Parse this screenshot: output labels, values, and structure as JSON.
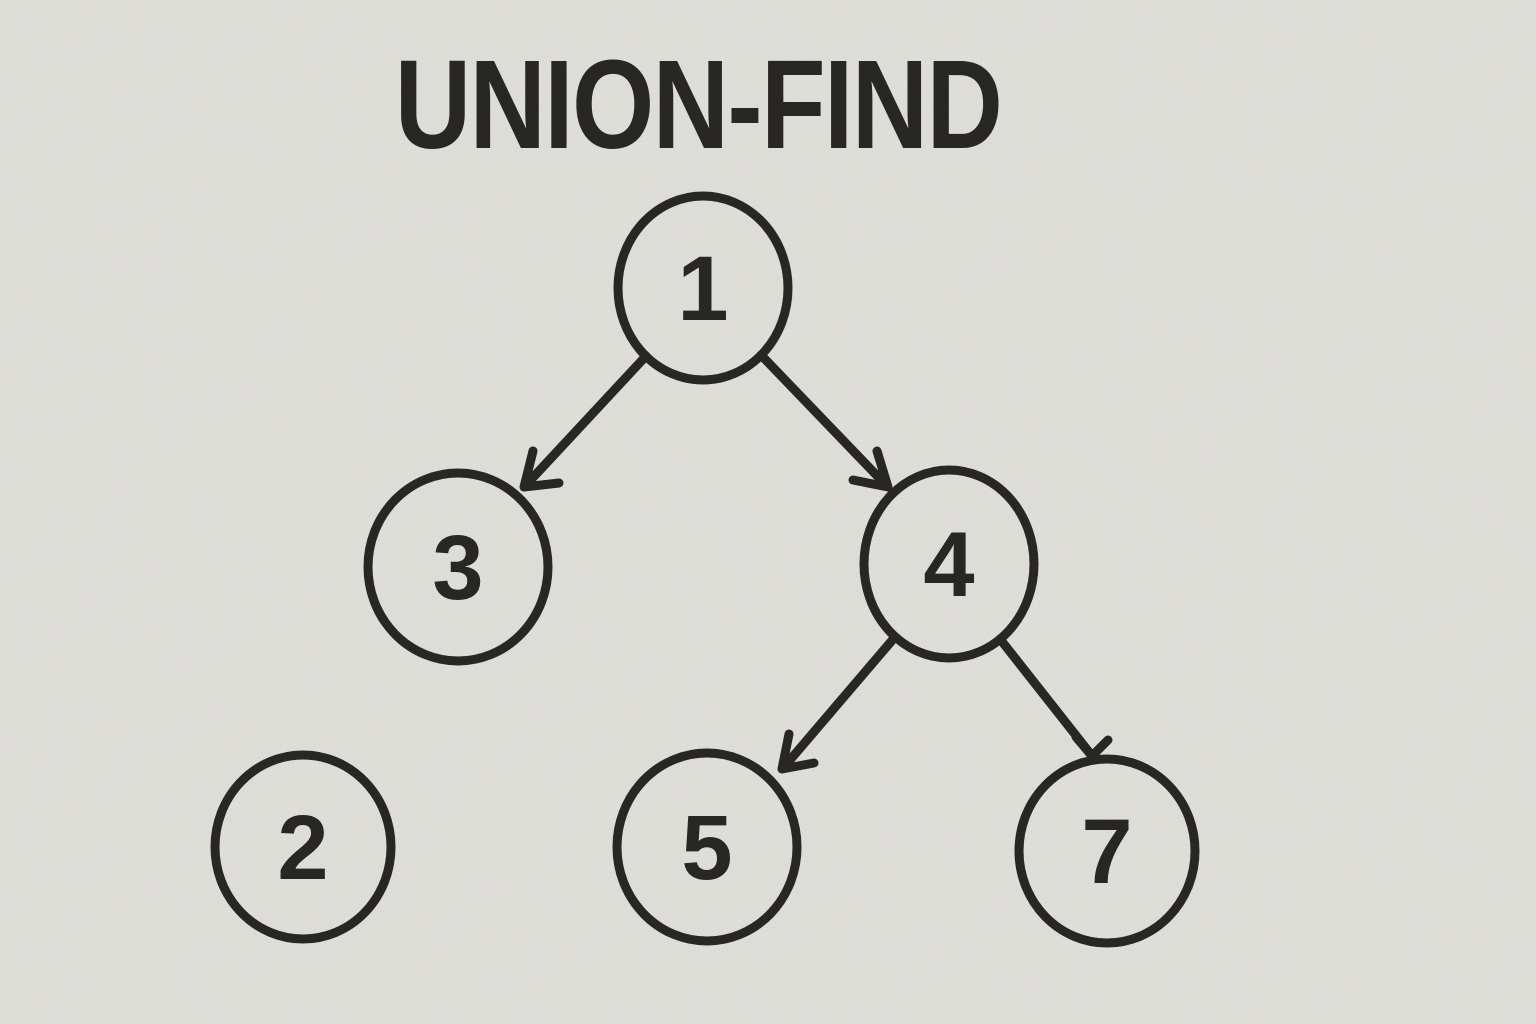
{
  "title": "UNION-FIND",
  "colors": {
    "background": "#edece7",
    "ink": "#2b2a26"
  },
  "diagram": {
    "type": "disjoint-set-forest",
    "nodes": [
      {
        "id": "1",
        "label": "1"
      },
      {
        "id": "3",
        "label": "3"
      },
      {
        "id": "4",
        "label": "4"
      },
      {
        "id": "2",
        "label": "2"
      },
      {
        "id": "5",
        "label": "5"
      },
      {
        "id": "7",
        "label": "7"
      }
    ],
    "edges": [
      {
        "from": "1",
        "to": "3"
      },
      {
        "from": "1",
        "to": "4"
      },
      {
        "from": "4",
        "to": "5"
      },
      {
        "from": "4",
        "to": "7"
      }
    ]
  }
}
